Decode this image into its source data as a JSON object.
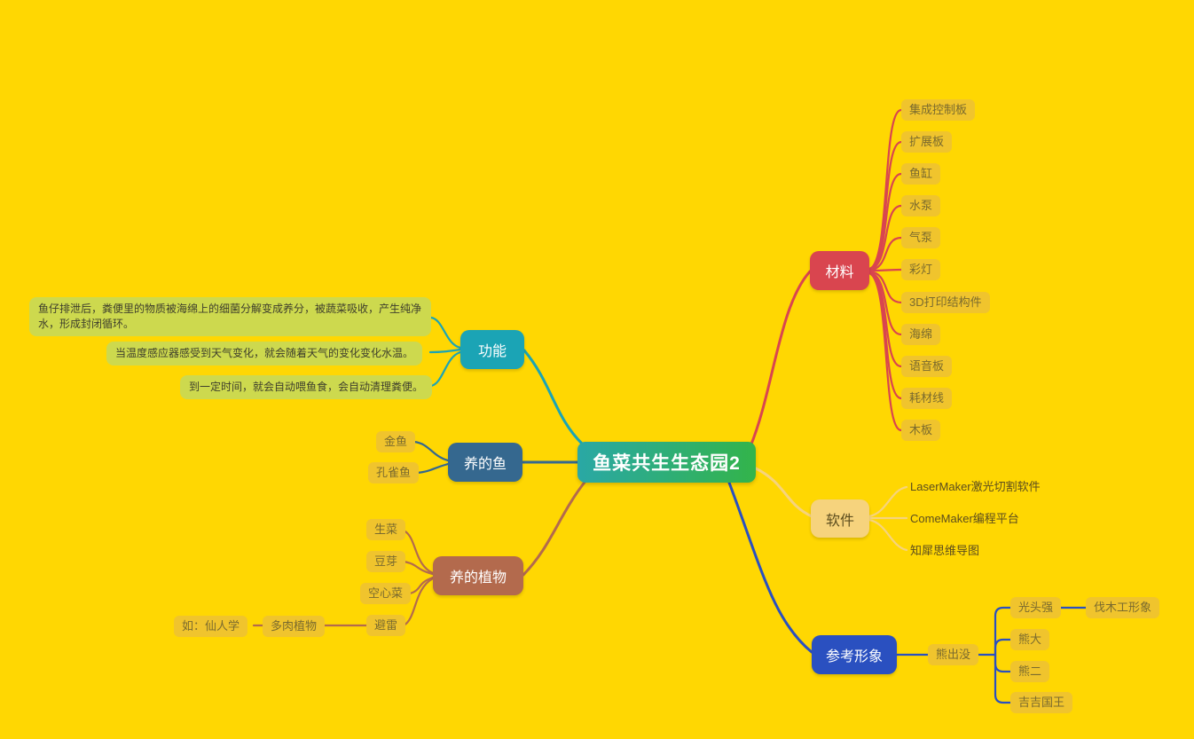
{
  "theme": {
    "background": "#FFD702",
    "leaf-bg": "#F0C42D",
    "leaf-text": "#7A6A2E",
    "note-bg": "#CDD94E",
    "note-text": "#3E3E2C",
    "materials-color": "#D9454F",
    "functions-color": "#1BA4B5",
    "fish-color": "#35688F",
    "plants-color": "#B36A4D",
    "software-color": "#F6D37D",
    "software-text": "#5C4D1E",
    "references-color": "#2A50C0",
    "center-from": "#2AA8A5",
    "center-to": "#33B44A",
    "center-text": "#FFFFFF"
  },
  "center": {
    "label": "鱼菜共生生态园2"
  },
  "branches": {
    "materials": {
      "label": "材料",
      "items": [
        "集成控制板",
        "扩展板",
        "鱼缸",
        "水泵",
        "气泵",
        "彩灯",
        "3D打印结构件",
        "海绵",
        "语音板",
        "耗材线",
        "木板"
      ]
    },
    "functions": {
      "label": "功能",
      "notes": [
        "鱼仔排泄后，粪便里的物质被海绵上的细菌分解变成养分，被蔬菜吸收，产生纯净水，形成封闭循环。",
        "当温度感应器感受到天气变化，就会随着天气的变化变化水温。",
        "到一定时间，就会自动喂鱼食，会自动清理粪便。"
      ]
    },
    "fish": {
      "label": "养的鱼",
      "items": [
        "金鱼",
        "孔雀鱼"
      ]
    },
    "plants": {
      "label": "养的植物",
      "items": [
        "生菜",
        "豆芽",
        "空心菜",
        "避雷"
      ],
      "succulent_chain": [
        "多肉植物",
        "如：仙人学"
      ]
    },
    "software": {
      "label": "软件",
      "items": [
        "LaserMaker激光切割软件",
        "ComeMaker编程平台",
        "知犀思维导图"
      ]
    },
    "references": {
      "label": "参考形象",
      "group_label": "熊出没",
      "items": [
        "光头强",
        "熊大",
        "熊二",
        "吉吉国王"
      ],
      "sub_item": "伐木工形象"
    }
  }
}
